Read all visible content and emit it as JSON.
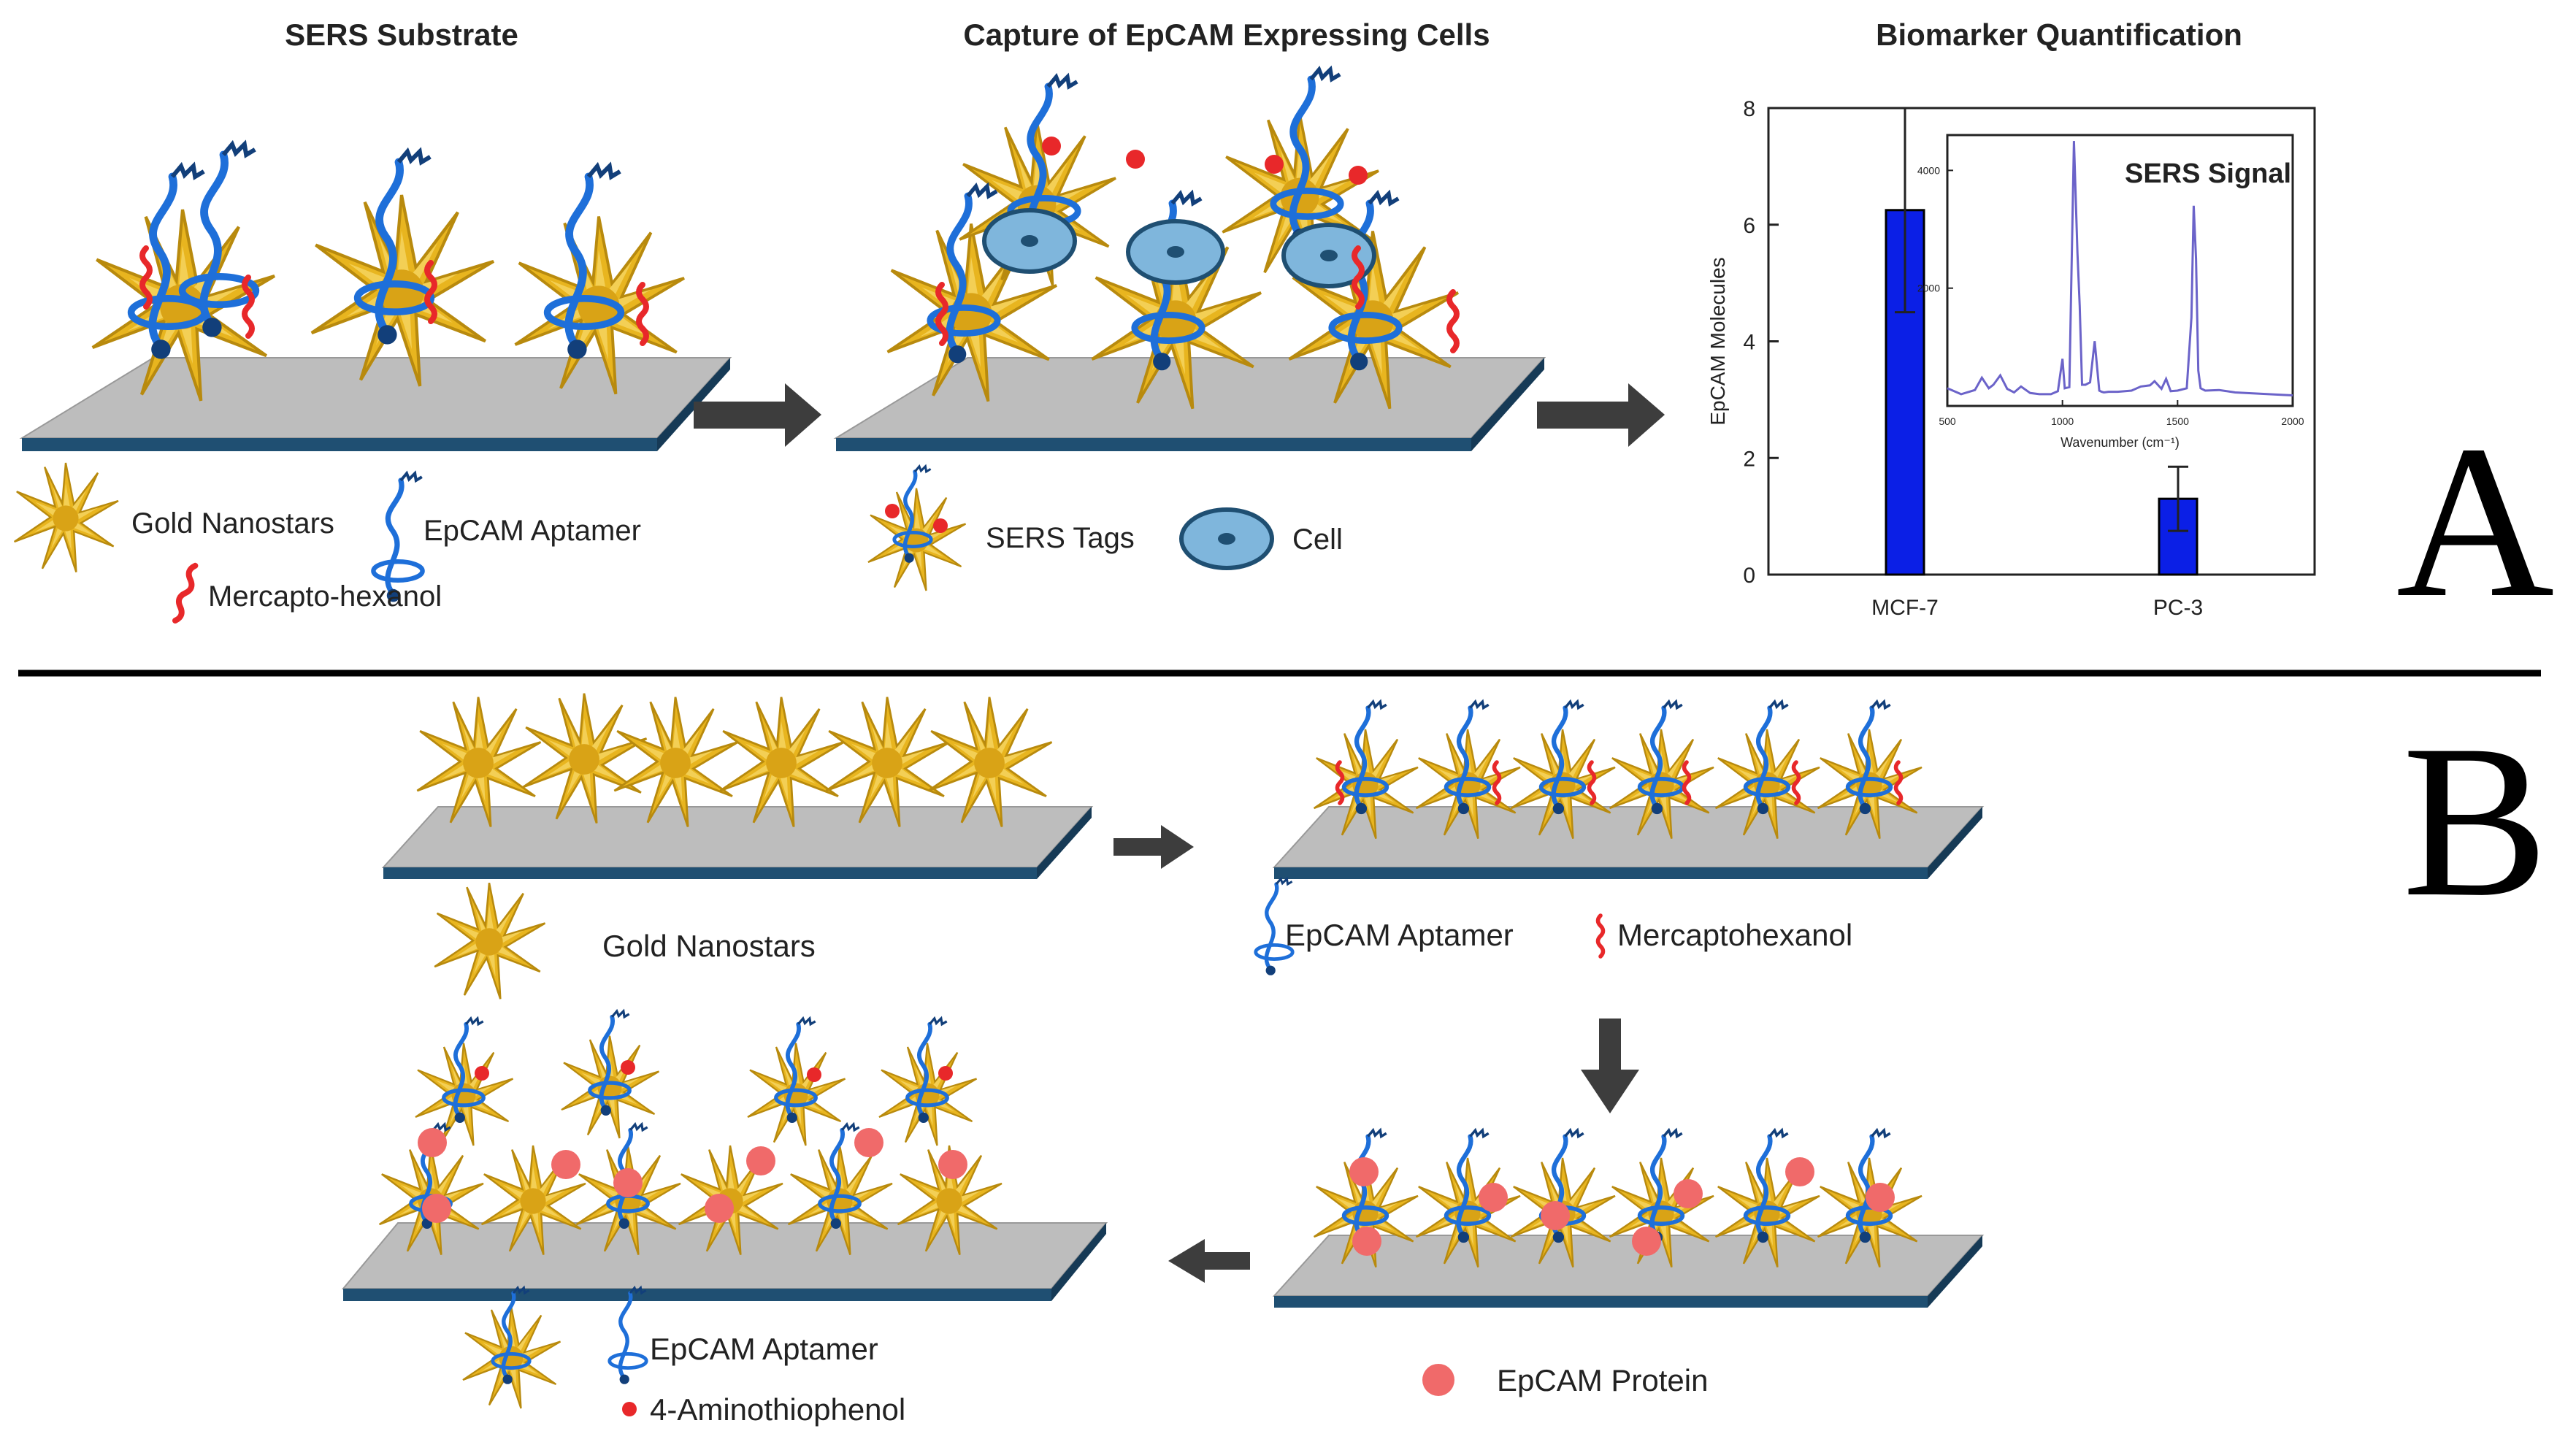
{
  "panelA": {
    "titles": {
      "sers_substrate": "SERS Substrate",
      "capture": "Capture of EpCAM Expressing Cells",
      "quantification": "Biomarker Quantification"
    },
    "legend": {
      "gold_nanostars": "Gold Nanostars",
      "epcam_aptamer": "EpCAM Aptamer",
      "mercapto_hexanol": "Mercapto-hexanol",
      "sers_tags": "SERS Tags",
      "cell": "Cell"
    },
    "letter": "A"
  },
  "panelB": {
    "legend": {
      "gold_nanostars": "Gold Nanostars",
      "epcam_aptamer_1": "EpCAM Aptamer",
      "mercaptohexanol": "Mercaptohexanol",
      "epcam_protein": "EpCAM Protein",
      "epcam_aptamer_2": "EpCAM Aptamer",
      "aminothiophenol": "4-Aminothiophenol"
    },
    "letter": "B"
  },
  "colors": {
    "gold": "#e8b51f",
    "aptamer_blue": "#1e6fd9",
    "mercapto_red": "#e8282a",
    "substrate_gray": "#bdbdbd",
    "substrate_edge": "#1f4f72",
    "cell_fill": "#7fb6dc",
    "bar_blue": "#0b1fe6",
    "spectrum_purple": "#6b63c9",
    "protein_pink": "#f06a6a",
    "arrow_gray": "#3d3d3d"
  },
  "chart_data": [
    {
      "type": "bar",
      "categories": [
        "MCF-7",
        "PC-3"
      ],
      "values": [
        6.25,
        1.3
      ],
      "errors": [
        1.75,
        0.55
      ],
      "title": "",
      "xlabel": "",
      "ylabel": "EpCAM Molecules",
      "ylim": [
        0,
        8
      ],
      "yticks": [
        "0",
        "2",
        "4",
        "6",
        "8"
      ],
      "grid": false
    },
    {
      "type": "line",
      "title": "SERS Signal",
      "xlabel": "Wavenumber (cm⁻¹)",
      "ylabel": "",
      "xlim": [
        500,
        2000
      ],
      "ylim": [
        0,
        4600
      ],
      "xticks": [
        "500",
        "1000",
        "1500",
        "2000"
      ],
      "yticks": [
        "2000",
        "4000"
      ],
      "series": [
        {
          "x": [
            500,
            560,
            620,
            650,
            680,
            700,
            730,
            760,
            790,
            820,
            860,
            900,
            950,
            980,
            1000,
            1010,
            1030,
            1050,
            1065,
            1075,
            1085,
            1100,
            1120,
            1140,
            1160,
            1170,
            1180,
            1200,
            1240,
            1300,
            1340,
            1380,
            1400,
            1430,
            1450,
            1470,
            1500,
            1540,
            1560,
            1570,
            1580,
            1590,
            1600,
            1620,
            1680,
            1750,
            1850,
            1950,
            2000
          ],
          "y": [
            300,
            200,
            270,
            480,
            300,
            360,
            520,
            290,
            230,
            330,
            220,
            200,
            200,
            250,
            800,
            300,
            320,
            4500,
            2600,
            1700,
            360,
            360,
            400,
            1100,
            260,
            240,
            230,
            240,
            240,
            260,
            330,
            350,
            420,
            290,
            460,
            250,
            260,
            300,
            1500,
            3400,
            2500,
            600,
            300,
            260,
            270,
            230,
            210,
            190,
            180
          ]
        }
      ]
    }
  ]
}
